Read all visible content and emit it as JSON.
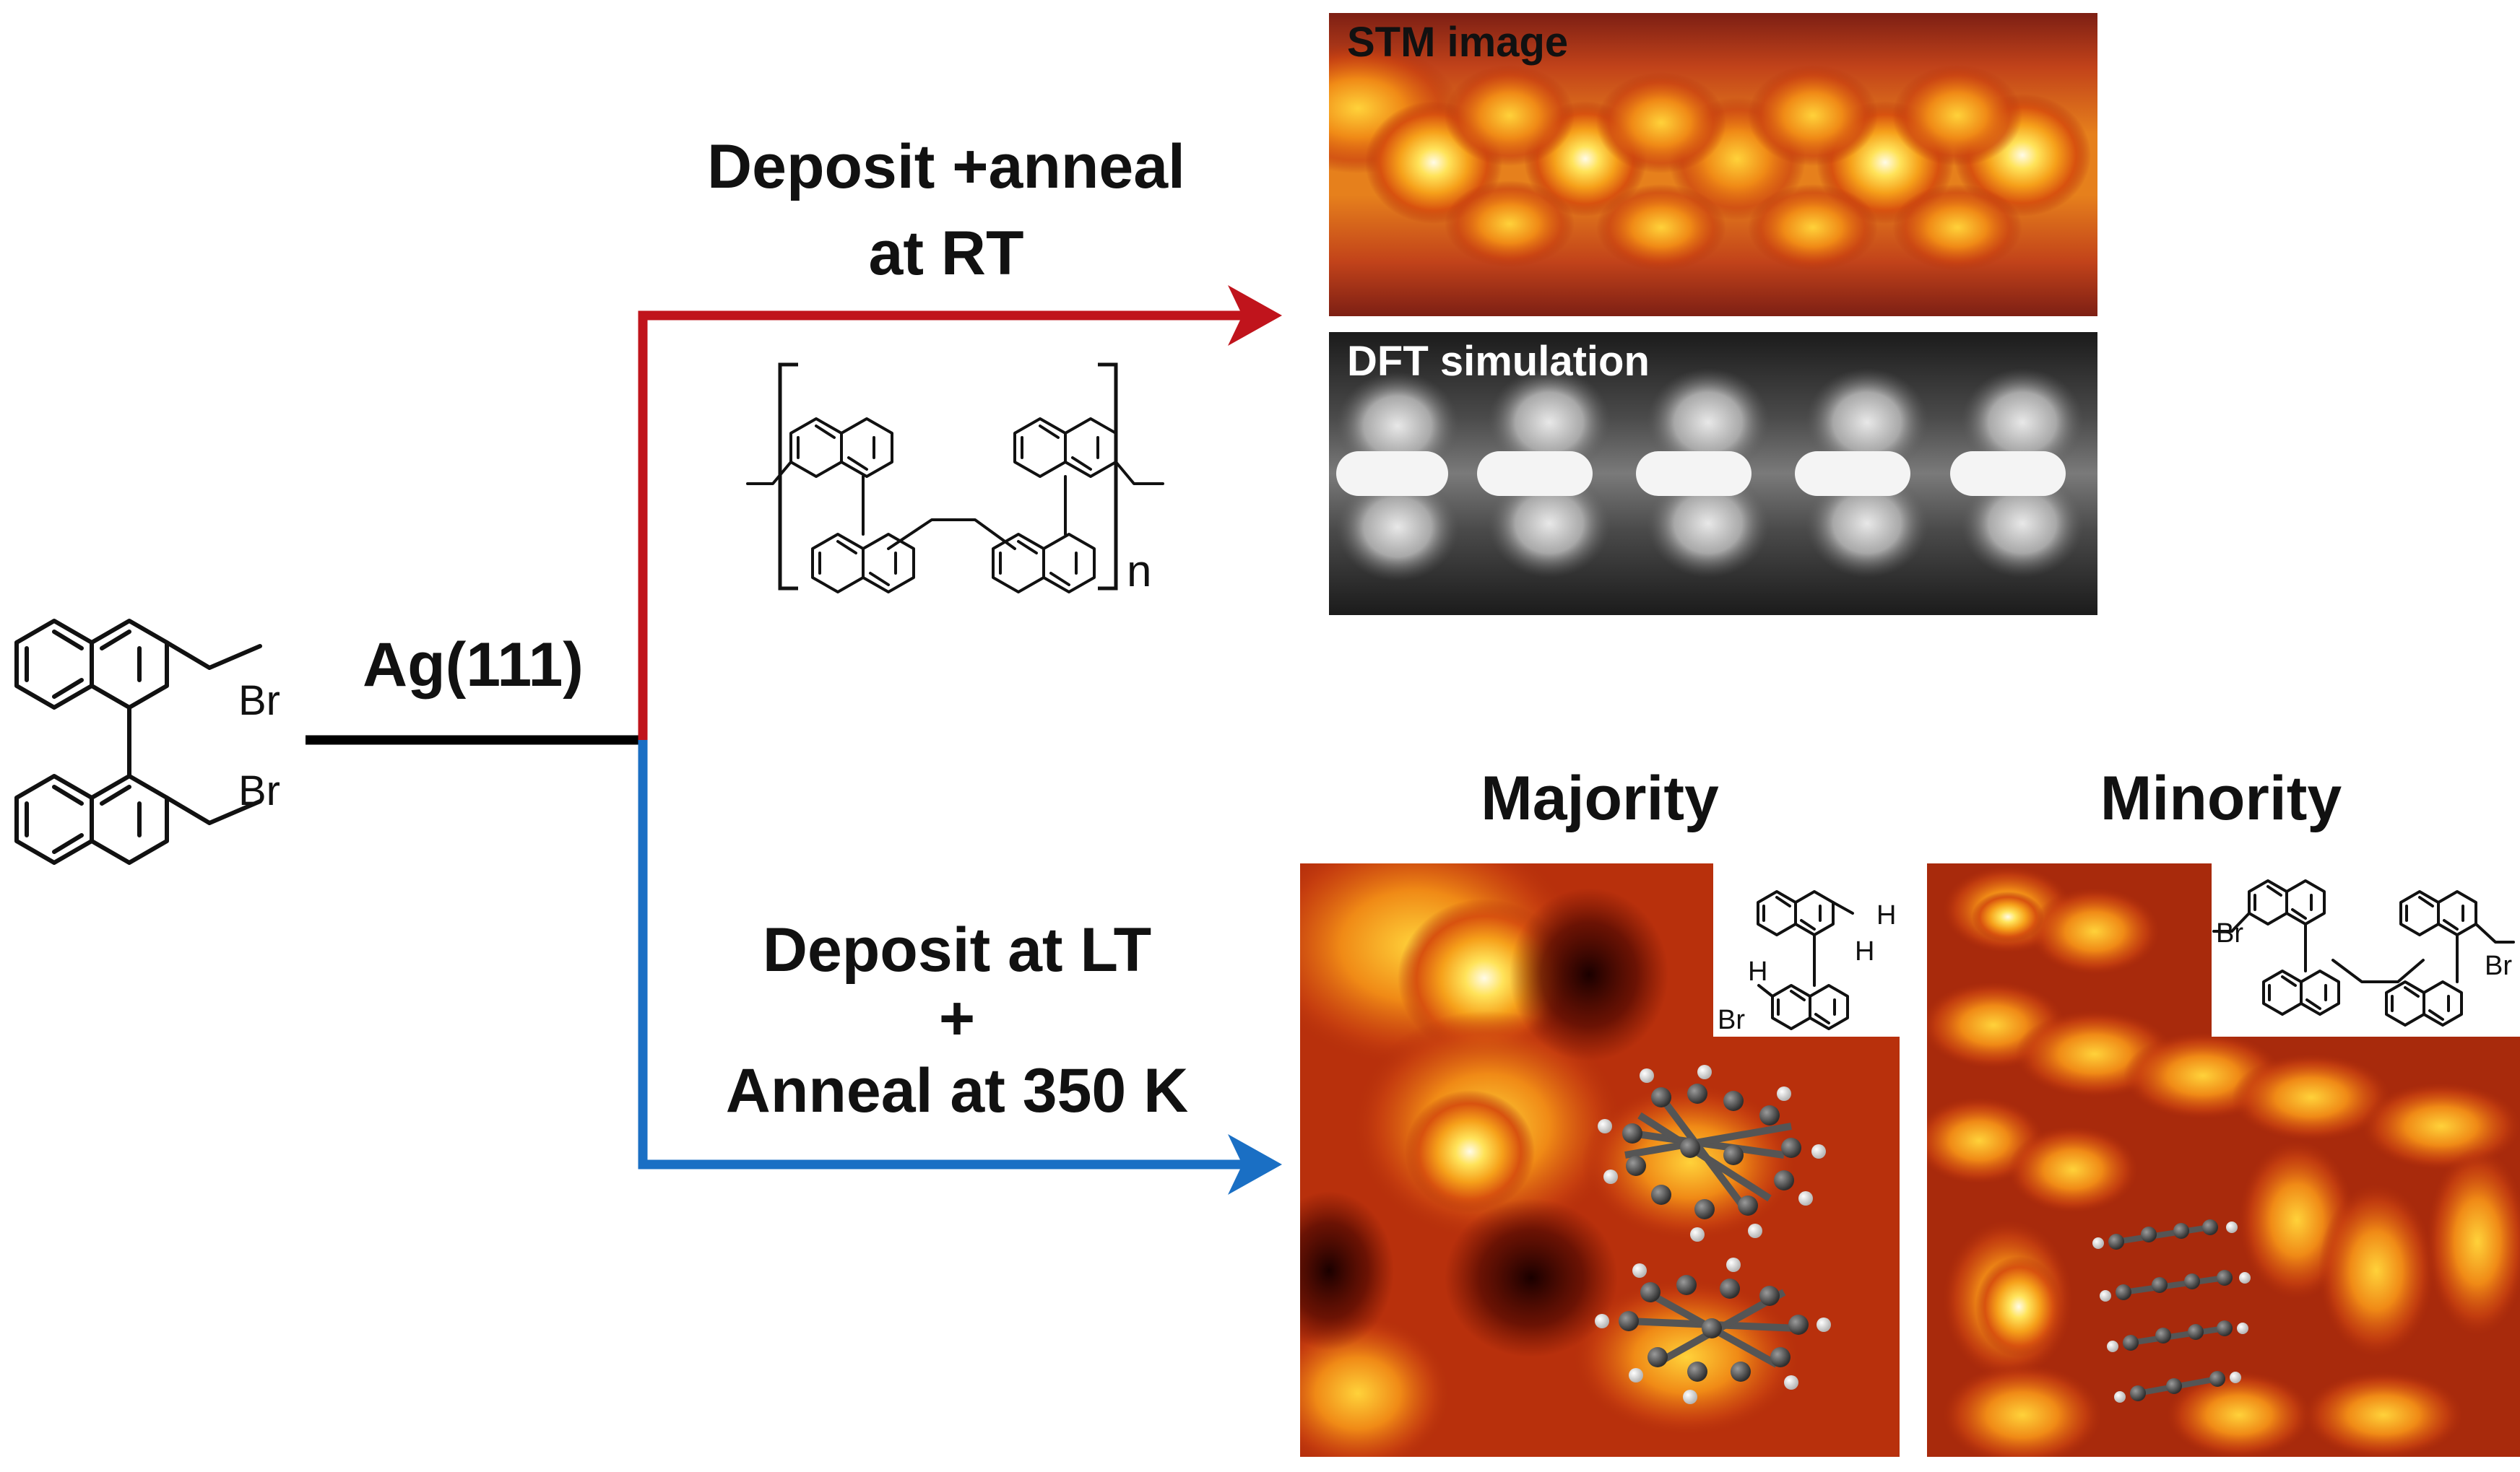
{
  "substrate_label": "Ag(111)",
  "reactant": {
    "substituent_1": "Br",
    "substituent_2": "Br"
  },
  "route_rt": {
    "condition_line_1": "Deposit +anneal",
    "condition_line_2": "at RT",
    "polymer_repeat": "n",
    "stm_panel_label": "STM image",
    "dft_panel_label": "DFT simulation",
    "color": "#c0141c"
  },
  "route_lt": {
    "condition_line_1": "Deposit at LT",
    "condition_line_2": "+",
    "condition_line_3": "Anneal at 350 K",
    "color": "#1a6fc4",
    "majority": {
      "title": "Majority",
      "h1": "H",
      "h2": "H",
      "h3": "H",
      "br": "Br"
    },
    "minority": {
      "title": "Minority",
      "br_left": "Br",
      "br_right": "Br"
    }
  },
  "stem_color": "#000000"
}
